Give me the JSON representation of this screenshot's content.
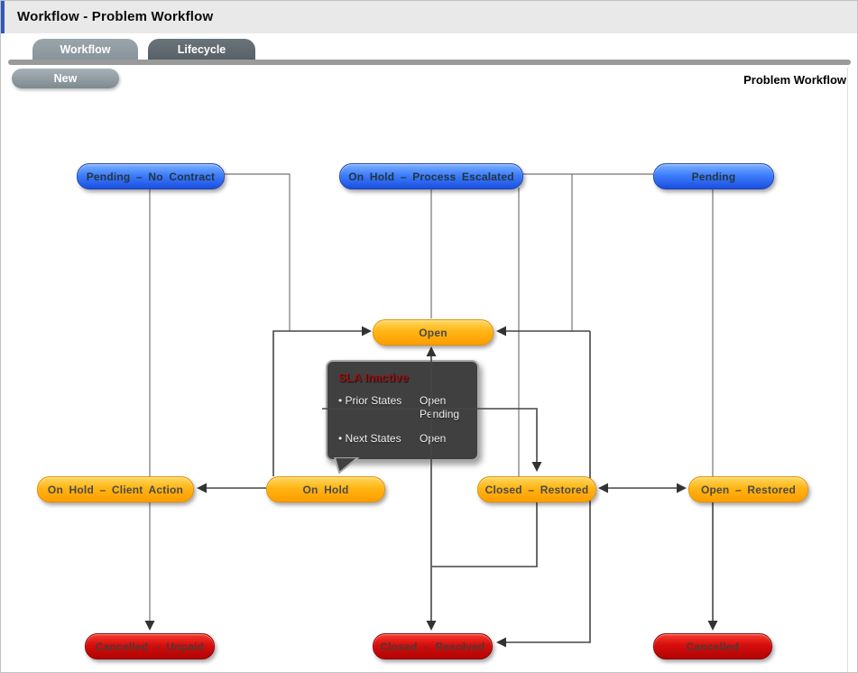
{
  "header": {
    "title": "Workflow - Problem Workflow"
  },
  "tabs": [
    {
      "label": "Workflow",
      "active": true
    },
    {
      "label": "Lifecycle",
      "active": false
    }
  ],
  "toolbar": {
    "new_label": "New",
    "context_title": "Problem Workflow"
  },
  "diagram": {
    "nodes": [
      {
        "label": "Pending – No Contract",
        "type": "blue"
      },
      {
        "label": "On Hold – Process Escalated",
        "type": "blue"
      },
      {
        "label": "Pending",
        "type": "blue"
      },
      {
        "label": "Open",
        "type": "orange"
      },
      {
        "label": "On Hold – Client Action",
        "type": "orange"
      },
      {
        "label": "On Hold",
        "type": "orange"
      },
      {
        "label": "Closed – Restored",
        "type": "orange"
      },
      {
        "label": "Open – Restored",
        "type": "orange"
      },
      {
        "label": "Cancelled – Unpaid",
        "type": "red"
      },
      {
        "label": "Closed – Resolved",
        "type": "red"
      },
      {
        "label": "Cancelled",
        "type": "red"
      }
    ],
    "tooltip": {
      "title": "SLA Inactive",
      "bullet": "•",
      "rows": [
        {
          "label": "Prior States",
          "values": [
            "Open",
            "Pending"
          ]
        },
        {
          "label": "Next States",
          "values": [
            "Open"
          ]
        }
      ]
    },
    "edges": [
      {
        "from": "Pending – No Contract",
        "to": "On Hold – Client Action",
        "arrow": false
      },
      {
        "from": "On Hold – Client Action",
        "to": "Cancelled – Unpaid",
        "arrow": true
      },
      {
        "from": "Pending – No Contract",
        "to": "Open",
        "arrow": true
      },
      {
        "from": "On Hold",
        "to": "Open",
        "arrow": true
      },
      {
        "from": "On Hold – Process Escalated",
        "to": "Open",
        "arrow": false
      },
      {
        "from": "On Hold – Process Escalated",
        "to": "Pending",
        "arrow": false
      },
      {
        "from": "Pending",
        "to": "Open",
        "arrow": true
      },
      {
        "from": "On Hold – Process Escalated",
        "to": "Closed – Restored",
        "arrow": false
      },
      {
        "from": "Pending",
        "to": "Open – Restored",
        "arrow": false
      },
      {
        "from": "Open",
        "to": "Closed – Restored",
        "arrow": true
      },
      {
        "from": "Open",
        "to": "Closed – Resolved",
        "arrow": true
      },
      {
        "from": "Closed – Restored",
        "to": "Closed – Resolved",
        "arrow": false
      },
      {
        "from": "Open",
        "to": "Closed – Resolved",
        "arrow": true
      },
      {
        "from": "Closed – Resolved",
        "to": "Open",
        "arrow": true
      },
      {
        "from": "On Hold",
        "to": "On Hold – Client Action",
        "arrow": true
      },
      {
        "from": "Closed – Restored",
        "to": "Open – Restored",
        "arrow": "both"
      },
      {
        "from": "Open – Restored",
        "to": "Cancelled",
        "arrow": true
      }
    ],
    "colors": {
      "state_blue": "#2a60ef",
      "state_orange": "#ffa718",
      "state_red": "#cf0a0a",
      "tooltip_bg": "#404040",
      "tooltip_title": "#9b1212",
      "connector": "#5a5a5a"
    }
  }
}
